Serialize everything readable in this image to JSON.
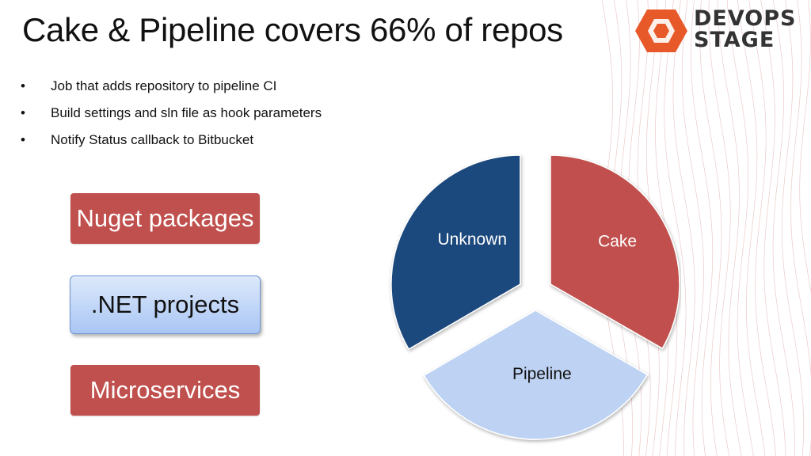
{
  "slide": {
    "title": "Cake & Pipeline covers 66% of repos",
    "logo": {
      "line1": "DEVOPS",
      "line2": "STAGE",
      "mark_color": "#e8592a"
    },
    "bullets": [
      {
        "marker": "•",
        "text": "Job that adds repository to pipeline CI"
      },
      {
        "marker": "•",
        "text": "Build settings and sln file as hook parameters"
      },
      {
        "marker": "•",
        "text": "Notify Status callback to Bitbucket"
      }
    ],
    "boxes": [
      {
        "label": "Nuget packages",
        "style": "red"
      },
      {
        "label": ".NET projects",
        "style": "blue"
      },
      {
        "label": "Microservices",
        "style": "red"
      }
    ]
  },
  "chart_data": {
    "type": "pie",
    "exploded": true,
    "slices": [
      {
        "label": "Cake",
        "value": 33.3,
        "color": "#c0504d"
      },
      {
        "label": "Pipeline",
        "value": 33.3,
        "color": "#bed3f3"
      },
      {
        "label": "Unknown",
        "value": 33.4,
        "color": "#1f497d"
      }
    ],
    "label_colors": {
      "Cake": "#ffffff",
      "Pipeline": "#111111",
      "Unknown": "#ffffff"
    }
  },
  "colors": {
    "accent_red": "#c0504d",
    "navy": "#1f497d",
    "light_blue": "#bed3f3"
  }
}
